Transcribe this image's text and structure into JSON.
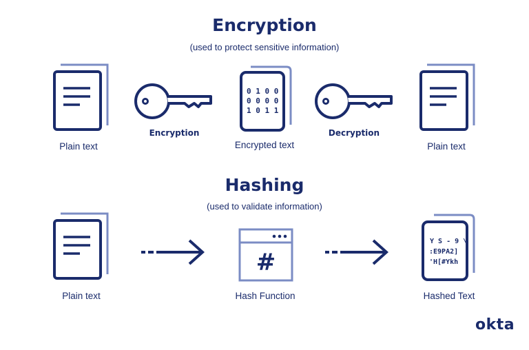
{
  "encryption": {
    "title": "Encryption",
    "subtitle": "(used to protect sensitive information)",
    "plain_text_left_label": "Plain text",
    "encryption_key_label": "Encryption",
    "encrypted_text_label": "Encrypted text",
    "decryption_key_label": "Decryption",
    "plain_text_right_label": "Plain text",
    "binary_rows": [
      "0 1 0 0",
      "0 0 0 0",
      "1 0 1 1"
    ]
  },
  "hashing": {
    "title": "Hashing",
    "subtitle": "(used to validate information)",
    "plain_text_label": "Plain text",
    "hash_function_label": "Hash Function",
    "hash_symbol": "#",
    "hashed_text_label": "Hashed Text",
    "hashed_rows": [
      "Y S - 9 \\",
      ":E9PA2]",
      "'H[#Ykh"
    ]
  },
  "logo": {
    "text": "okta"
  },
  "colors": {
    "primary": "#1a2b6b",
    "secondary": "#7b8cc4"
  }
}
